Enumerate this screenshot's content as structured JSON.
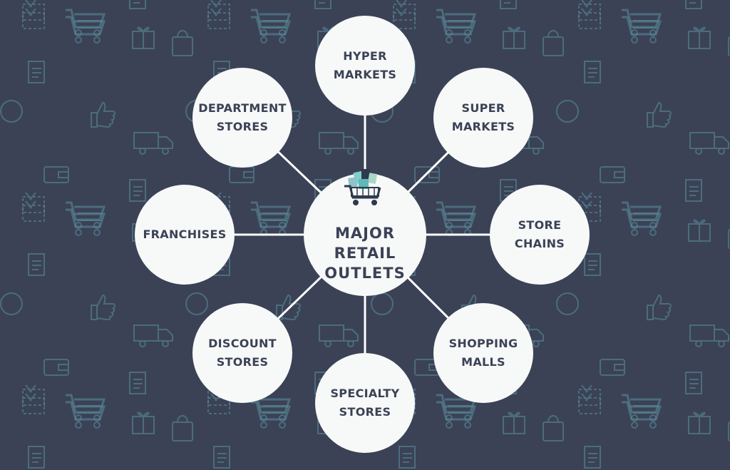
{
  "diagram": {
    "center": {
      "lines": [
        "MAJOR",
        "RETAIL",
        "OUTLETS"
      ],
      "icon": "shopping-cart-with-bags-icon"
    },
    "nodes": [
      {
        "id": "hyper-markets",
        "lines": [
          "HYPER",
          "MARKETS"
        ]
      },
      {
        "id": "super-markets",
        "lines": [
          "SUPER",
          "MARKETS"
        ]
      },
      {
        "id": "store-chains",
        "lines": [
          "STORE",
          "CHAINS"
        ]
      },
      {
        "id": "shopping-malls",
        "lines": [
          "SHOPPING",
          "MALLS"
        ]
      },
      {
        "id": "specialty-stores",
        "lines": [
          "SPECIALTY",
          "STORES"
        ]
      },
      {
        "id": "discount-stores",
        "lines": [
          "DISCOUNT",
          "STORES"
        ]
      },
      {
        "id": "franchises",
        "lines": [
          "FRANCHISES"
        ]
      },
      {
        "id": "department-stores",
        "lines": [
          "DEPARTMENT",
          "STORES"
        ]
      }
    ]
  },
  "colors": {
    "background": "#3b4256",
    "pattern": "#5b8f9e",
    "node_fill": "#f7f8f8",
    "text": "#3b4256",
    "connector": "#ffffff"
  }
}
